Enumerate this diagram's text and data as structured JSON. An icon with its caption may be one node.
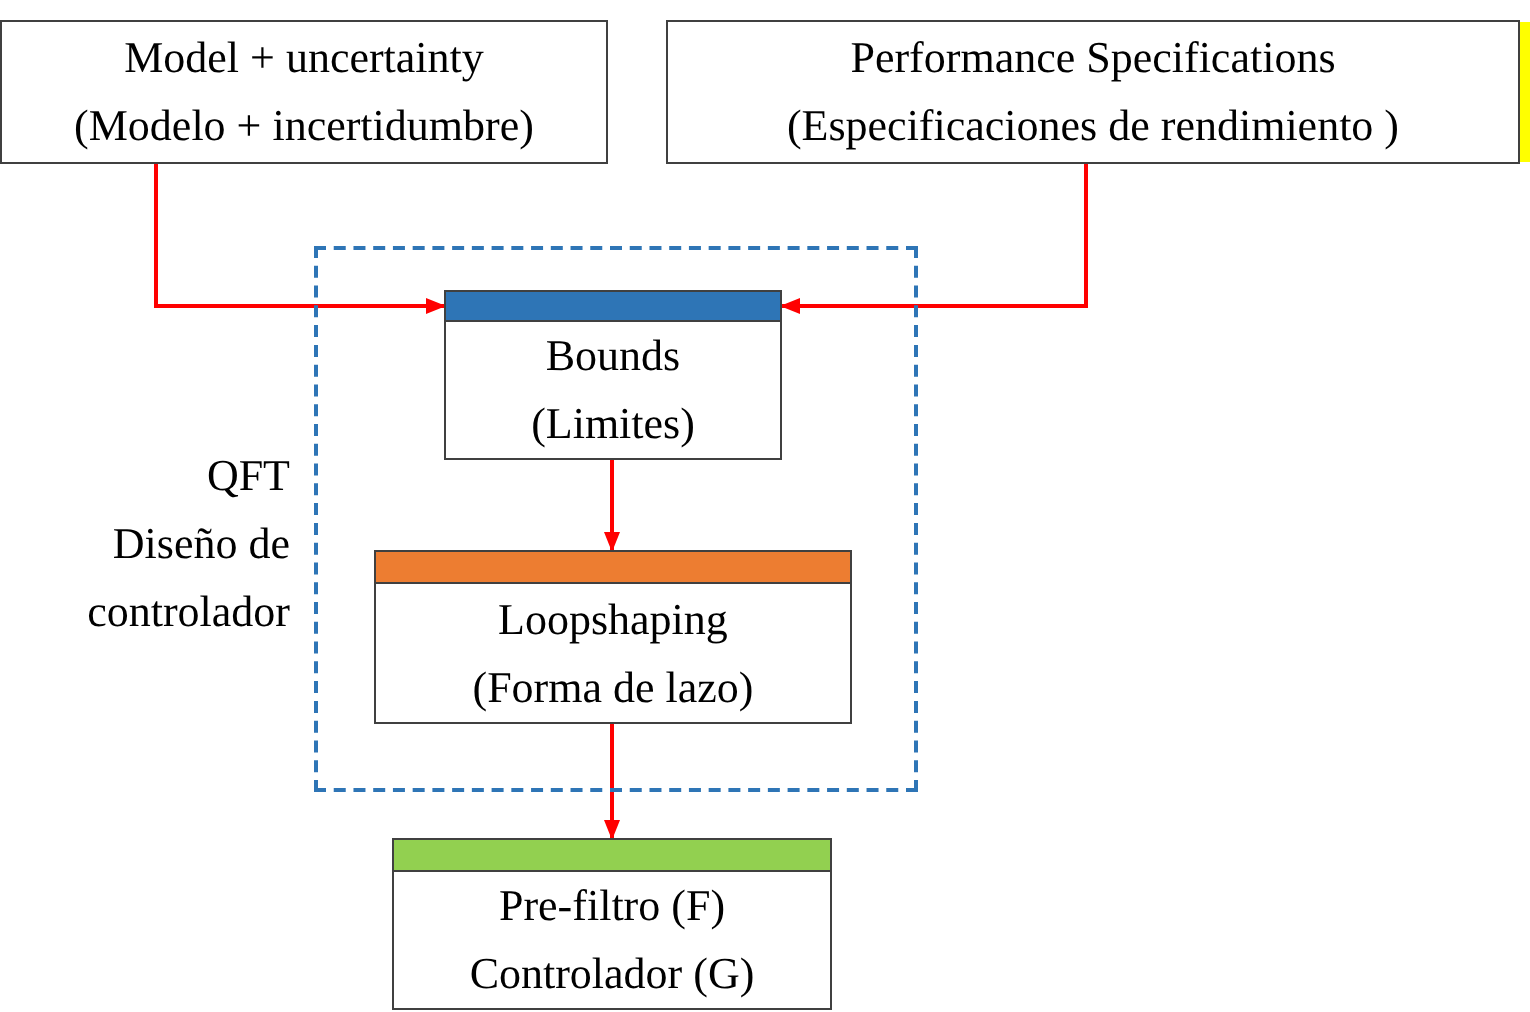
{
  "diagram": {
    "nodes": [
      {
        "text": [
          "Model + uncertainty (Modelo + incertidumbre)"
        ]
      },
      {
        "text": [
          "Performance Specifications (Especificaciones de rendimiento )"
        ]
      },
      {
        "text": [
          "QFT Diseño de controlador"
        ]
      },
      {
        "text": [
          "Bounds (Limites)"
        ],
        "in": 2
      },
      {
        "text": [
          "Loopshaping (Forma de lazo)"
        ],
        "in": 2
      },
      {
        "text": [
          "Pre-filtro (F) Controlador (G)"
        ]
      }
    ],
    "edges": [
      {
        "from": 0,
        "to": 3,
        "arrow": "to"
      },
      {
        "from": 1,
        "to": 3,
        "arrow": "to"
      },
      {
        "from": 3,
        "to": 4,
        "arrow": "to"
      },
      {
        "from": 4,
        "to": 5,
        "arrow": "to"
      }
    ]
  }
}
